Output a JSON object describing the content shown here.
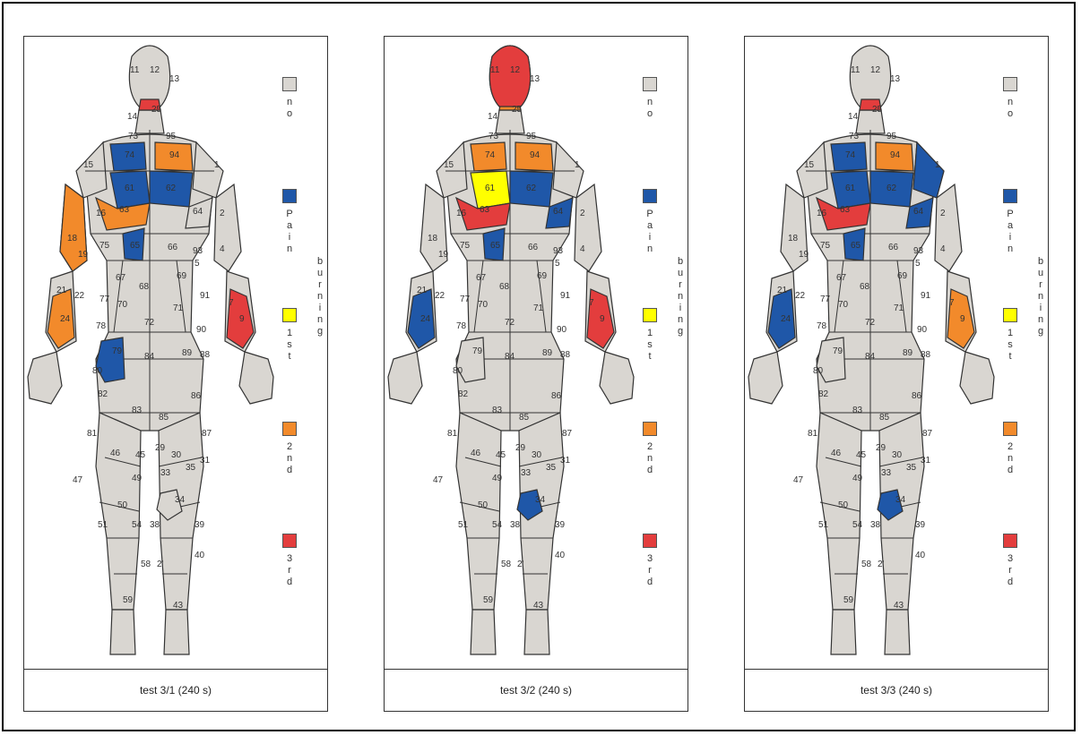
{
  "legend": {
    "no": {
      "label": "no",
      "color": "#d9d6d1"
    },
    "pain": {
      "label": "Pain",
      "color": "#1f57a8"
    },
    "burning": {
      "label": "burning"
    },
    "first": {
      "label": "1st",
      "color": "#ffff00"
    },
    "second": {
      "label": "2nd",
      "color": "#f28a2b"
    },
    "third": {
      "label": "3rd",
      "color": "#e33d3d"
    }
  },
  "region_labels": [
    "11",
    "12",
    "13",
    "14",
    "25",
    "73",
    "74",
    "95",
    "94",
    "15",
    "1",
    "61",
    "62",
    "16",
    "63",
    "64",
    "2",
    "18",
    "19",
    "75",
    "65",
    "66",
    "93",
    "4",
    "5",
    "67",
    "68",
    "69",
    "21",
    "22",
    "24",
    "77",
    "70",
    "72",
    "71",
    "91",
    "9",
    "7",
    "90",
    "78",
    "79",
    "84",
    "89",
    "88",
    "80",
    "82",
    "83",
    "85",
    "86",
    "81",
    "87",
    "46",
    "45",
    "29",
    "30",
    "31",
    "47",
    "49",
    "33",
    "35",
    "34",
    "50",
    "51",
    "54",
    "38",
    "39",
    "40",
    "58",
    "2'",
    "59",
    "43"
  ],
  "panels": [
    {
      "caption": "test 3/1 (240 s)",
      "regions": {
        "head": "no",
        "chin": "third",
        "74": "pain",
        "94": "second",
        "shoulderL": "no",
        "shoulderR": "no",
        "61": "pain",
        "62": "pain",
        "63": "second",
        "64": "no",
        "65": "pain",
        "upperarmL": "second",
        "24": "second",
        "9": "third",
        "79": "pain",
        "34": "no"
      }
    },
    {
      "caption": "test 3/2 (240 s)",
      "regions": {
        "head": "third",
        "chin": "second",
        "74": "second",
        "94": "second",
        "shoulderL": "no",
        "shoulderR": "no",
        "61": "first",
        "62": "pain",
        "63": "third",
        "64": "pain",
        "65": "pain",
        "upperarmL": "no",
        "24": "pain",
        "9": "third",
        "79": "no",
        "34": "pain"
      }
    },
    {
      "caption": "test 3/3 (240 s)",
      "regions": {
        "head": "no",
        "chin": "third",
        "74": "pain",
        "94": "second",
        "shoulderL": "no",
        "shoulderR": "pain",
        "61": "pain",
        "62": "pain",
        "63": "third",
        "64": "pain",
        "65": "pain",
        "upperarmL": "no",
        "24": "pain",
        "9": "second",
        "79": "no",
        "34": "pain"
      }
    }
  ]
}
